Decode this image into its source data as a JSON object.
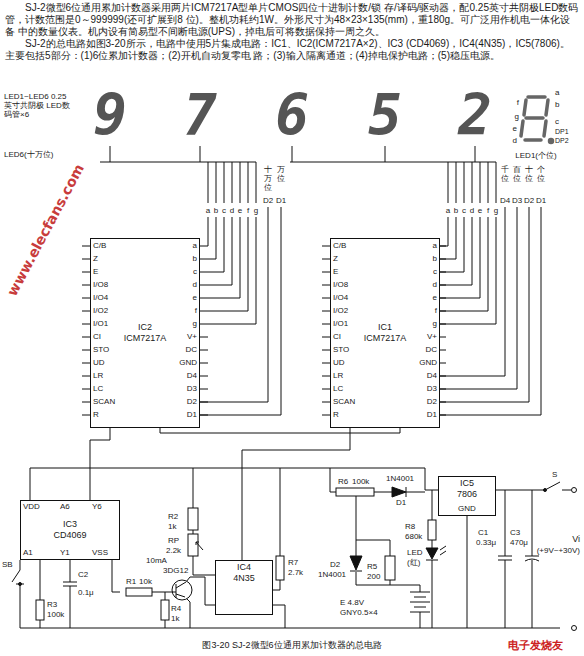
{
  "diagram": {
    "caption": "图3-20 SJ-2微型6位通用累加计数器的总电路",
    "nodes": [
      {
        "text": [
          "IC2",
          "ICM7217A"
        ]
      },
      {
        "text": [
          "IC1",
          "ICM7217A"
        ]
      },
      {
        "text": [
          "IC3",
          "CD4069"
        ]
      },
      {
        "text": [
          "IC4",
          "4N35"
        ]
      },
      {
        "text": [
          "IC5",
          "7806"
        ]
      }
    ],
    "edges": [
      {
        "from": 2,
        "to": 0,
        "arrow": "none"
      },
      {
        "from": 0,
        "to": 1,
        "arrow": "none"
      },
      {
        "from": 3,
        "to": 1,
        "arrow": "none"
      }
    ],
    "labels": [
      "SJ-2微型6位通用累加计数器采用两片ICM7217A型单片CMOS四位十进制计数/锁 存/译码/驱动器，配0.25英寸共阴极LED数码管，计数范围是0～999999(还可扩展到8 位)。整机功耗约1W。外形尺寸为48×23×135(mm)，重180g。可广泛用作机电一体化设备 中的数量仪表。机内设有简易型不间断电源(UPS)，掉电后可将数据保持一周之久。",
      "SJ-2的总电路如图3-20所示，电路中使用5片集成电路：IC1、IC2(ICM7217A×2)、IC3 (CD4069)，IC4(4N35)，IC5(7806)。主要包括5部分：(1)6位累加计数器；(2)开机自动复零电 路；(3)输入隔离通道；(4)掉电保护电路；(5)稳压电源。",
      "LED1~LED6 0.25英寸共阴极 LED数码管×6",
      "LED6(十万位)",
      "9",
      "7",
      "6",
      "5",
      "2",
      "LED1(个位)",
      "a",
      "f",
      "b",
      "g",
      "e",
      "c",
      "d",
      "DP1",
      "DP2",
      "十万位",
      "万位",
      "D2",
      "D1",
      "千位",
      "百位",
      "十位",
      "个位",
      "D4",
      "D3",
      "D2",
      "D1",
      "a",
      "b",
      "c",
      "d",
      "e",
      "f",
      "g",
      "a",
      "b",
      "c",
      "d",
      "e",
      "f",
      "g",
      "C/B",
      "Z",
      "E",
      "I/O8",
      "I/O4",
      "I/O2",
      "I/O1",
      "CI",
      "STO",
      "UD",
      "LR",
      "LC",
      "SCAN",
      "R",
      "a",
      "b",
      "c",
      "d",
      "e",
      "f",
      "g",
      "V+",
      "DC",
      "GND",
      "D4",
      "D3",
      "D2",
      "D1",
      "C/B",
      "Z",
      "E",
      "I/O8",
      "I/O4",
      "I/O2",
      "I/O1",
      "CI",
      "STO",
      "UD",
      "LR",
      "LC",
      "SCAN",
      "R",
      "a",
      "b",
      "c",
      "d",
      "e",
      "f",
      "g",
      "V+",
      "DC",
      "GND",
      "D4",
      "D3",
      "D2",
      "D1",
      "VDD",
      "A6",
      "Y6",
      "A1",
      "Y1",
      "VSS",
      "SB",
      "C2",
      "0.1μ",
      "R3",
      "100k",
      "R1",
      "10k",
      "3DG12",
      "R4",
      "1k",
      "R2",
      "1k",
      "RP",
      "2.2k",
      "10mA",
      "R7",
      "2.7k",
      "R6",
      "100k",
      "1N4001",
      "D1",
      "D2",
      "1N4001",
      "R5",
      "200",
      "E 4.8V",
      "GNY0.5×4",
      "R8",
      "680k",
      "LED",
      "(红)",
      "C1",
      "0.33μ",
      "C3",
      "470μ",
      "S",
      "Vi",
      "(+9V~+30V)",
      "www.elecfans.com",
      "电子发烧友",
      "GND"
    ]
  }
}
